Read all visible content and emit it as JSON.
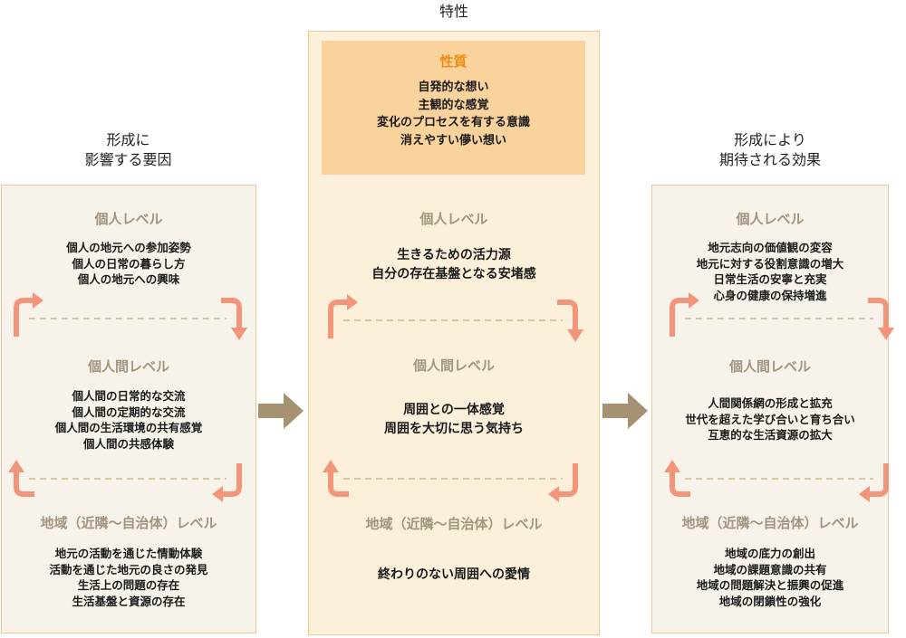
{
  "top_title": "特性",
  "left": {
    "title_line1": "形成に",
    "title_line2": "影響する要因",
    "levels": [
      {
        "label": "個人レベル",
        "items": [
          "個人の地元への参加姿勢",
          "個人の日常の暮らし方",
          "個人の地元への興味"
        ]
      },
      {
        "label": "個人間レベル",
        "items": [
          "個人間の日常的な交流",
          "個人間の定期的な交流",
          "個人間の生活環境の共有感覚",
          "個人間の共感体験"
        ]
      },
      {
        "label": "地域（近隣〜自治体）レベル",
        "items": [
          "地元の活動を通じた情動体験",
          "活動を通じた地元の良さの発見",
          "生活上の問題の存在",
          "生活基盤と資源の存在"
        ]
      }
    ]
  },
  "middle": {
    "nature": {
      "title": "性質",
      "items": [
        "自発的な想い",
        "主観的な感覚",
        "変化のプロセスを有する意識",
        "消えやすい儚い想い"
      ]
    },
    "levels": [
      {
        "label": "個人レベル",
        "items": [
          "生きるための活力源",
          "自分の存在基盤となる安堵感"
        ]
      },
      {
        "label": "個人間レベル",
        "items": [
          "周囲との一体感覚",
          "周囲を大切に思う気持ち"
        ]
      },
      {
        "label": "地域（近隣〜自治体）レベル",
        "items": [
          "終わりのない周囲への愛情"
        ]
      }
    ]
  },
  "right": {
    "title_line1": "形成により",
    "title_line2": "期待される効果",
    "levels": [
      {
        "label": "個人レベル",
        "items": [
          "地元志向の価値観の変容",
          "地元に対する役割意識の増大",
          "日常生活の安寧と充実",
          "心身の健康の保持増進"
        ]
      },
      {
        "label": "個人間レベル",
        "items": [
          "人間関係網の形成と拡充",
          "世代を超えた学び合いと育ち合い",
          "互恵的な生活資源の拡大"
        ]
      },
      {
        "label": "地域（近隣〜自治体）レベル",
        "items": [
          "地域の底力の創出",
          "地域の課題意識の共有",
          "地域の問題解決と振興の促進",
          "地域の閉鎖性の強化"
        ]
      }
    ]
  },
  "colors": {
    "cycle_arrow": "#f3957a",
    "flow_arrow": "#a69272",
    "level_label": "#a4937e",
    "nature_title": "#f08c14"
  }
}
